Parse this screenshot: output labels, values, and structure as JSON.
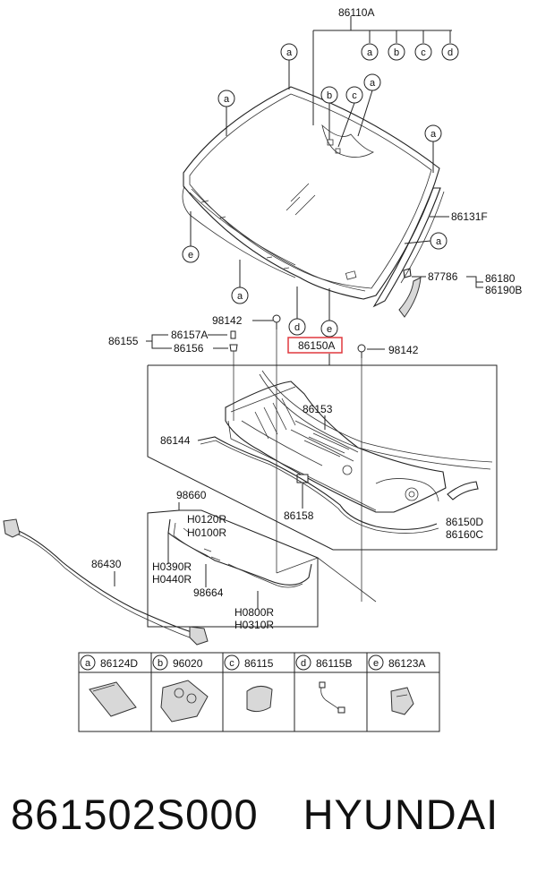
{
  "top_assembly_label": "86110A",
  "callout_a": "a",
  "callout_b": "b",
  "callout_c": "c",
  "callout_d": "d",
  "callout_e": "e",
  "labels": {
    "molding_right": "86131F",
    "clip": "87786",
    "molding_side_1": "86180",
    "molding_side_2": "86190B",
    "screw_left": "98142",
    "screw_right": "98142",
    "fastener_small": "86157A",
    "cowl_group": "86155",
    "fastener_clip": "86156",
    "cowl_assembly_highlighted": "86150A",
    "cowl_top": "86153",
    "seal_strip": "86144",
    "pad": "86158",
    "end_cover_1": "86150D",
    "end_cover_2": "86160C",
    "washer_group": "98660",
    "hose_1": "H0120R",
    "hose_2": "H0100R",
    "hose_3": "H0390R",
    "hose_4": "H0440R",
    "nozzle": "98664",
    "hose_5": "H0800R",
    "hose_6": "H0310R",
    "harness": "86430"
  },
  "legend": [
    {
      "letter": "a",
      "part": "86124D"
    },
    {
      "letter": "b",
      "part": "96020"
    },
    {
      "letter": "c",
      "part": "86115"
    },
    {
      "letter": "d",
      "part": "86115B"
    },
    {
      "letter": "e",
      "part": "86123A"
    }
  ],
  "part_number": "861502S000",
  "brand": "HYUNDAI",
  "highlight_color": "#e0393e"
}
